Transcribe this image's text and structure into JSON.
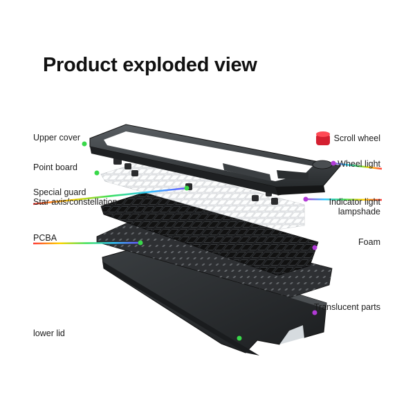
{
  "title": "Product exploded view",
  "colors": {
    "rainbow": [
      "#ff3b3b",
      "#ffd400",
      "#3be05a",
      "#30c8ff",
      "#6a4dff",
      "#d23cff"
    ],
    "case": "#2f3336",
    "plate": "#d9dde0",
    "pcb": "#2c2c2c",
    "keycap": "#d42030",
    "marker": "#39d84a",
    "marker_right": "#b23ad6"
  },
  "labels": {
    "upper_cover": "Upper cover",
    "point_board": "Point board",
    "special_guard": "Special guard",
    "star_axis": "Star axis/constellation",
    "pcba": "PCBA",
    "lower_lid": "lower lid",
    "scroll_wheel": "Scroll wheel",
    "wheel_light": "Wheel light",
    "indicator_light": "Indicator light",
    "lampshade": "lampshade",
    "foam": "Foam",
    "translucent_parts": "Translucent parts"
  }
}
